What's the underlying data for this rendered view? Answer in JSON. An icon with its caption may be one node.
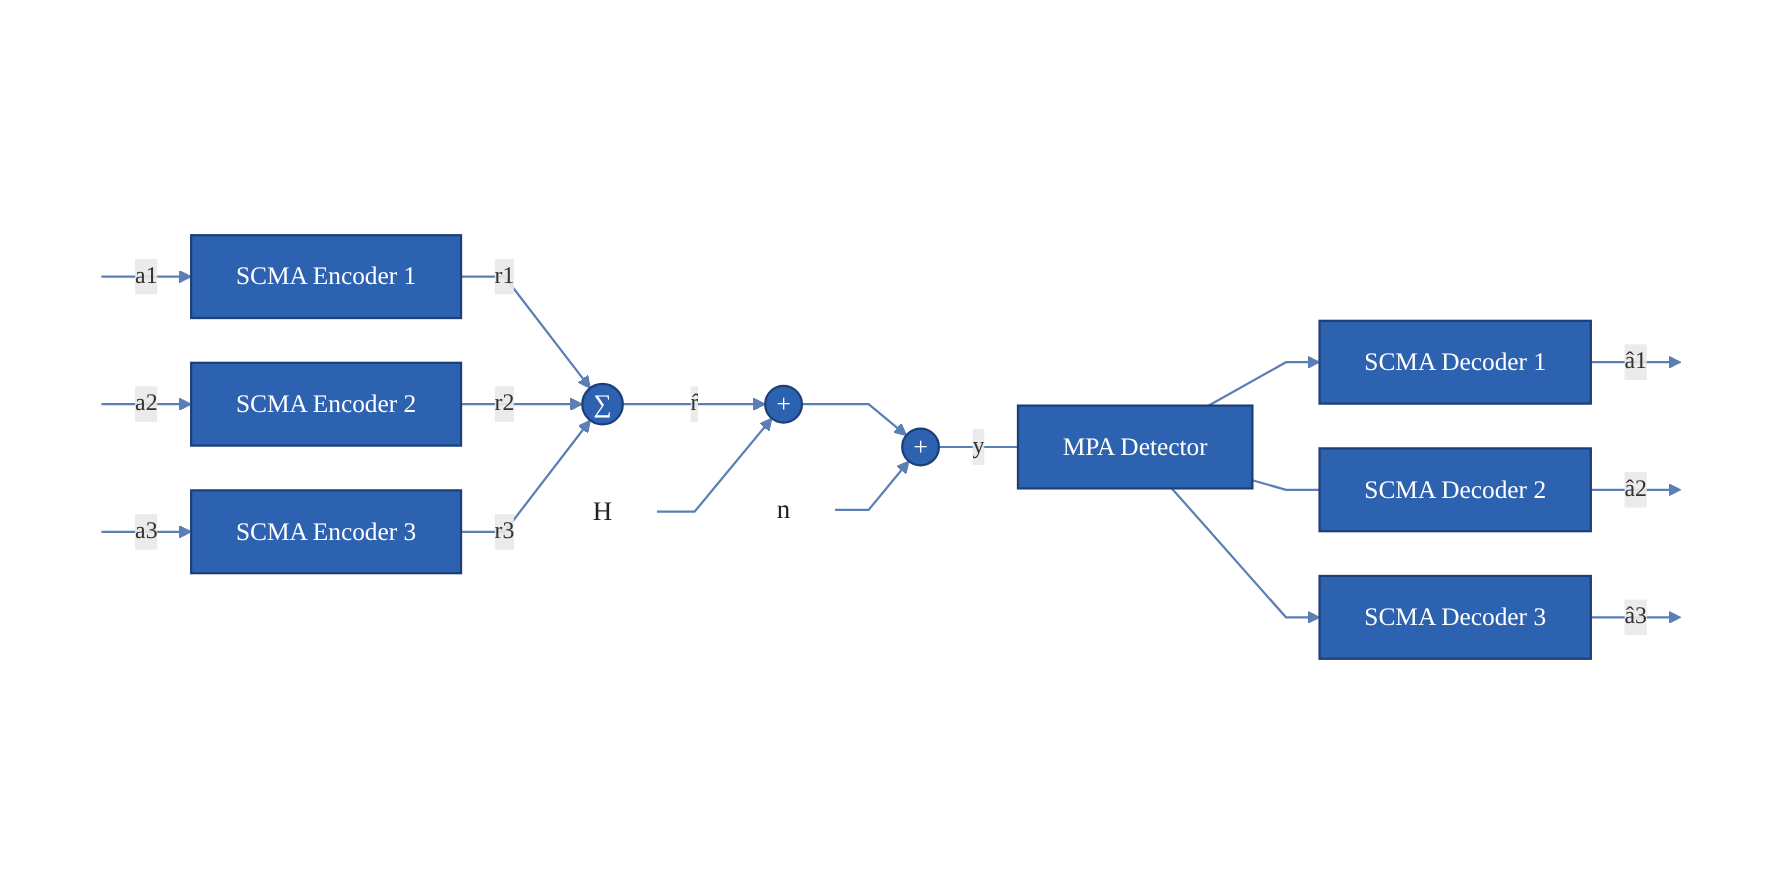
{
  "diagram": {
    "nodes": [
      {
        "text": [
          "SCMA Encoder 1"
        ]
      },
      {
        "text": [
          "SCMA Encoder 2"
        ]
      },
      {
        "text": [
          "SCMA Encoder 3"
        ]
      },
      {
        "text": [
          "∑"
        ]
      },
      {
        "text": [
          "+"
        ]
      },
      {
        "text": [
          "+"
        ]
      },
      {
        "text": [
          "MPA Detector"
        ]
      },
      {
        "text": [
          "SCMA Decoder 1"
        ]
      },
      {
        "text": [
          "SCMA Decoder 2"
        ]
      },
      {
        "text": [
          "SCMA Decoder 3"
        ]
      },
      {
        "text": [
          "H"
        ]
      },
      {
        "text": [
          "n"
        ]
      }
    ],
    "edges": [
      {
        "from": null,
        "to": 0,
        "arrow": "to",
        "label": "a1"
      },
      {
        "from": null,
        "to": 1,
        "arrow": "to",
        "label": "a2"
      },
      {
        "from": null,
        "to": 2,
        "arrow": "to",
        "label": "a3"
      },
      {
        "from": 0,
        "to": 3,
        "arrow": "to",
        "label": "r1"
      },
      {
        "from": 1,
        "to": 3,
        "arrow": "to",
        "label": "r2"
      },
      {
        "from": 2,
        "to": 3,
        "arrow": "to",
        "label": "r3"
      },
      {
        "from": 3,
        "to": 4,
        "arrow": "to",
        "label": "r̂"
      },
      {
        "from": 10,
        "to": 4,
        "arrow": "to"
      },
      {
        "from": 4,
        "to": 5,
        "arrow": "to"
      },
      {
        "from": 11,
        "to": 5,
        "arrow": "to"
      },
      {
        "from": 5,
        "to": 6,
        "arrow": "none",
        "label": "y"
      },
      {
        "from": 6,
        "to": 7,
        "arrow": "to"
      },
      {
        "from": 6,
        "to": 8,
        "arrow": "none"
      },
      {
        "from": 6,
        "to": 9,
        "arrow": "to"
      },
      {
        "from": 7,
        "to": null,
        "arrow": "to",
        "label": "â1"
      },
      {
        "from": 8,
        "to": null,
        "arrow": "to",
        "label": "â2"
      },
      {
        "from": 9,
        "to": null,
        "arrow": "to",
        "label": "â3"
      }
    ]
  }
}
